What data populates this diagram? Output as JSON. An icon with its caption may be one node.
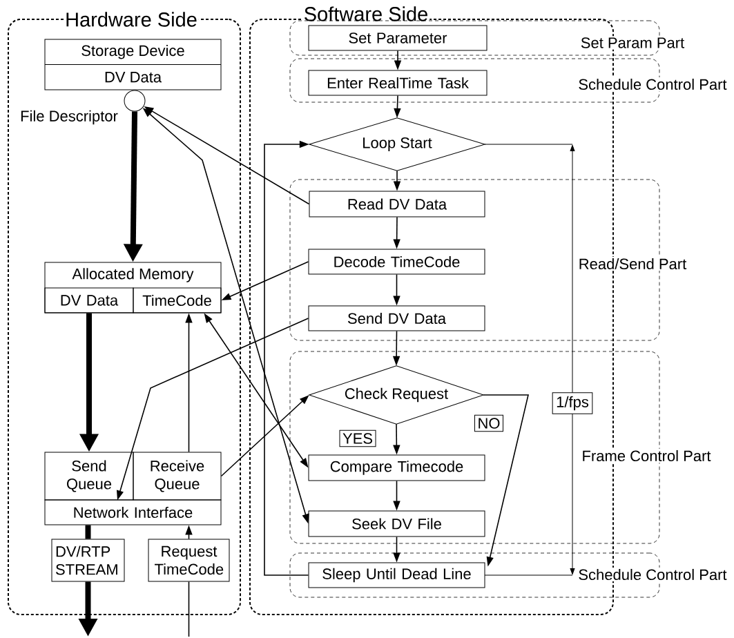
{
  "diagram": {
    "nodes": [
      {
        "text": [
          "Hardware Side"
        ]
      },
      {
        "text": [
          "Storage Device",
          "DV Data"
        ],
        "in": 0
      },
      {
        "text": [],
        "shape": "circle",
        "beside": [
          "File Descriptor"
        ],
        "in": 0
      },
      {
        "text": [
          "Allocated Memory"
        ],
        "in": 0
      },
      {
        "text": [
          "DV Data"
        ],
        "in": 3
      },
      {
        "text": [
          "TimeCode"
        ],
        "in": 3
      },
      {
        "text": [
          "Send Queue"
        ],
        "in": 0
      },
      {
        "text": [
          "Receive Queue"
        ],
        "in": 0
      },
      {
        "text": [
          "Network Interface"
        ],
        "in": 0
      },
      {
        "text": [
          "DV/RTP STREAM"
        ],
        "in": 0
      },
      {
        "text": [
          "Request TimeCode"
        ],
        "in": 0
      },
      {
        "text": [
          "Software Side"
        ]
      },
      {
        "text": [
          "Set Param Part"
        ]
      },
      {
        "text": [
          "Set Parameter"
        ],
        "in": 12
      },
      {
        "text": [
          "Schedule Control Part"
        ]
      },
      {
        "text": [
          "Enter RealTime Task"
        ],
        "in": 14
      },
      {
        "text": [
          "Loop Start"
        ],
        "in": 11
      },
      {
        "text": [
          "Read/Send Part"
        ]
      },
      {
        "text": [
          "Read DV Data"
        ],
        "in": 17
      },
      {
        "text": [
          "Decode TimeCode"
        ],
        "in": 17
      },
      {
        "text": [
          "Send DV Data"
        ],
        "in": 17
      },
      {
        "text": [
          "Frame Control Part"
        ]
      },
      {
        "text": [
          "Check Request"
        ],
        "in": 21
      },
      {
        "text": [
          "Compare Timecode"
        ],
        "in": 21
      },
      {
        "text": [
          "Seek DV File"
        ],
        "in": 21
      },
      {
        "text": [
          "Schedule Control Part"
        ]
      },
      {
        "text": [
          "Sleep Until Dead Line"
        ],
        "in": 25
      }
    ],
    "edges": [
      {
        "from": 2,
        "to": 3,
        "arrow": "to",
        "style": "thick"
      },
      {
        "from": 4,
        "to": 6,
        "arrow": "to",
        "style": "thick"
      },
      {
        "from": 7,
        "to": 5,
        "arrow": "to"
      },
      {
        "from": 8,
        "to": 9,
        "arrow": "none",
        "style": "thick"
      },
      {
        "from": 9,
        "to": null,
        "arrow": "to",
        "style": "thick"
      },
      {
        "from": 10,
        "to": 8,
        "arrow": "to"
      },
      {
        "from": null,
        "to": 10,
        "arrow": "none"
      },
      {
        "from": 18,
        "to": 2,
        "arrow": "to"
      },
      {
        "from": 24,
        "to": 2,
        "arrow": "both"
      },
      {
        "from": 19,
        "to": 5,
        "arrow": "to"
      },
      {
        "from": 20,
        "to": 6,
        "arrow": "to"
      },
      {
        "from": 5,
        "to": 23,
        "arrow": "both"
      },
      {
        "from": 7,
        "to": 22,
        "arrow": "to"
      },
      {
        "from": 13,
        "to": 15,
        "arrow": "to"
      },
      {
        "from": 15,
        "to": 16,
        "arrow": "to"
      },
      {
        "from": 16,
        "to": 18,
        "arrow": "to"
      },
      {
        "from": 18,
        "to": 19,
        "arrow": "to"
      },
      {
        "from": 19,
        "to": 20,
        "arrow": "to"
      },
      {
        "from": 20,
        "to": 22,
        "arrow": "to"
      },
      {
        "from": 22,
        "to": 23,
        "arrow": "to",
        "label": "YES"
      },
      {
        "from": 23,
        "to": 24,
        "arrow": "to"
      },
      {
        "from": 24,
        "to": 26,
        "arrow": "to"
      },
      {
        "from": 22,
        "to": 26,
        "arrow": "to",
        "label": "NO"
      },
      {
        "from": 26,
        "to": 16,
        "arrow": "to"
      }
    ],
    "labels": [
      "1/fps"
    ]
  }
}
